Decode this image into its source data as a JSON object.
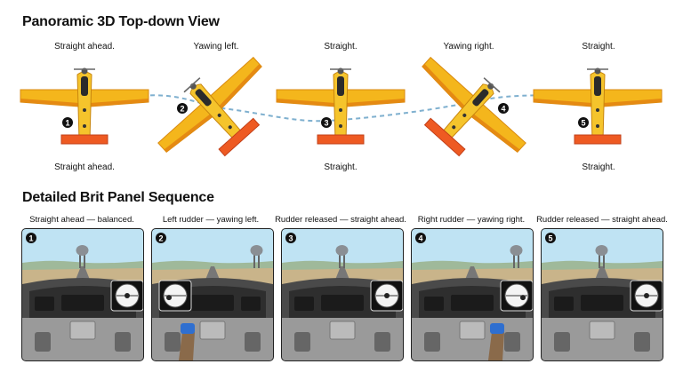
{
  "titles": {
    "top": "Panoramic 3D Top-down View",
    "bottom": "Detailed Brit Panel Sequence"
  },
  "top_view": {
    "planes": [
      {
        "num": "1",
        "top_label": "Straight ahead.",
        "bottom_label": "Straight ahead.",
        "heading": "straight"
      },
      {
        "num": "2",
        "top_label": "Yawing left.",
        "bottom_label": "",
        "heading": "yaw-left"
      },
      {
        "num": "3",
        "top_label": "Straight.",
        "bottom_label": "Straight.",
        "heading": "straight"
      },
      {
        "num": "4",
        "top_label": "Yawing right.",
        "bottom_label": "",
        "heading": "yaw-right"
      },
      {
        "num": "5",
        "top_label": "Straight.",
        "bottom_label": "Straight.",
        "heading": "straight"
      }
    ]
  },
  "panel_sequence": [
    {
      "num": "1",
      "caption": "Straight ahead — balanced.",
      "ball": "center",
      "rudder": "none"
    },
    {
      "num": "2",
      "caption": "Left rudder — yawing left.",
      "ball": "left",
      "rudder": "left"
    },
    {
      "num": "3",
      "caption": "Rudder released — straight ahead.",
      "ball": "center",
      "rudder": "none"
    },
    {
      "num": "4",
      "caption": "Right rudder — yawing right.",
      "ball": "right",
      "rudder": "right"
    },
    {
      "num": "5",
      "caption": "Rudder released — straight ahead.",
      "ball": "center",
      "rudder": "none"
    }
  ],
  "colors": {
    "wing": "#f2b418",
    "wing_edge": "#e58a12",
    "tail": "#ee5a22",
    "body": "#f5c02a",
    "path": "#7fb0cf",
    "sky": "#bfe3f3"
  }
}
